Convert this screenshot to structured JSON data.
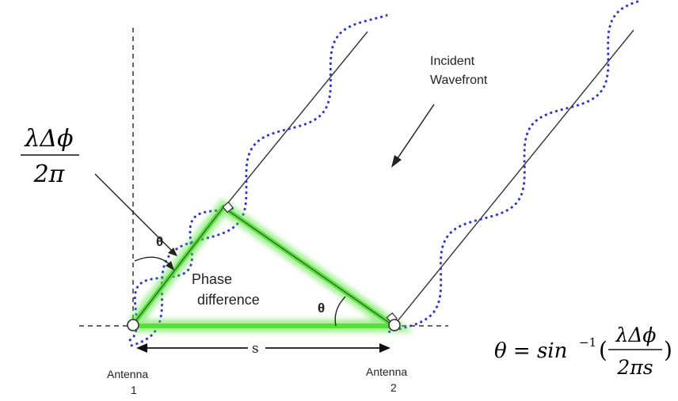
{
  "labels": {
    "incident_line1": "Incident",
    "incident_line2": "Wavefront",
    "phase_line1": "Phase",
    "phase_line2": "difference",
    "theta_left": "θ",
    "theta_right": "θ",
    "baseline": "s",
    "antenna1_line1": "Antenna",
    "antenna1_line2": "1",
    "antenna2_line1": "Antenna",
    "antenna2_line2": "2"
  },
  "formula_fraction": {
    "numerator": "λΔϕ",
    "denominator": "2π"
  },
  "formula_theta": {
    "lhs": "θ = sin",
    "exponent": "−1",
    "open_paren": "(",
    "numerator": "λΔϕ",
    "denominator": "2πs",
    "close_paren": ")"
  },
  "colors": {
    "wave": "#2b35c8",
    "highlight": "#57e03a",
    "line": "#333333"
  }
}
